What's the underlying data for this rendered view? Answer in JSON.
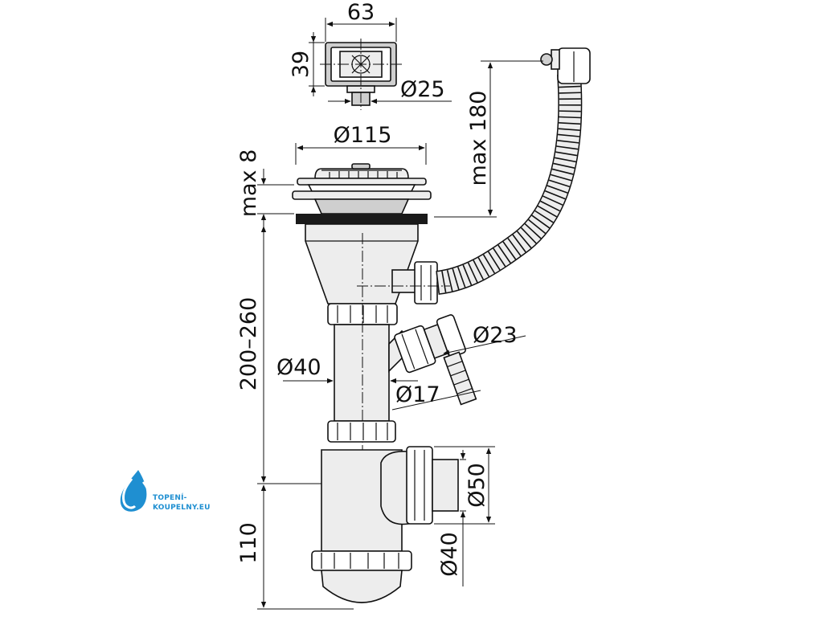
{
  "logo": {
    "line1": "TOPENÍ-",
    "line2": "KOUPELNY.EU",
    "color": "#1f8fd1"
  },
  "dimensions": {
    "overflow_width": "63",
    "overflow_height": "39",
    "overflow_outlet": "Ø25",
    "strainer_diameter": "Ø115",
    "flange_height": "max 8",
    "hose_length": "max 180",
    "tailpiece_height": "200–260",
    "pipe_diameter": "Ø40",
    "side_outlet": "Ø23",
    "hose_nozzle": "Ø17",
    "trap_outlet_outer": "Ø50",
    "trap_outlet_inner": "Ø40",
    "trap_height": "110"
  }
}
